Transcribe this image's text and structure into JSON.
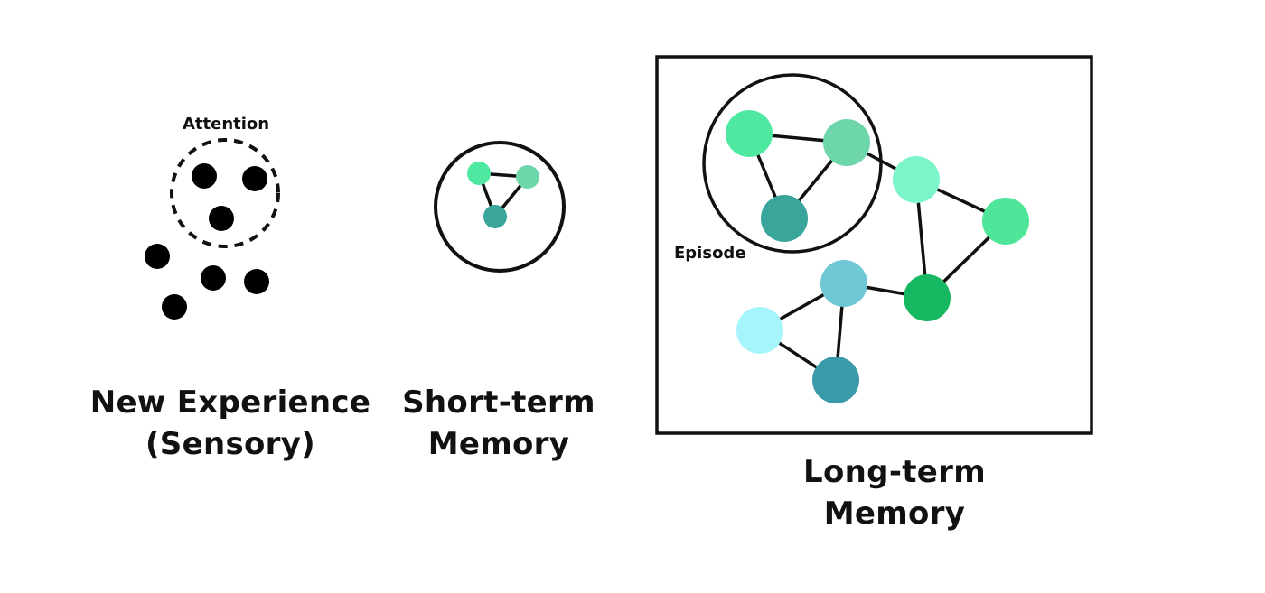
{
  "labels": {
    "attention": "Attention",
    "episode": "Episode"
  },
  "captions": {
    "new_experience_line1": "New Experience",
    "new_experience_line2": "(Sensory)",
    "short_term_line1": "Short-term",
    "short_term_line2": "Memory",
    "long_term_line1": "Long-term",
    "long_term_line2": "Memory"
  },
  "colors": {
    "ink": "#111111",
    "sensory_dot": "#000000",
    "node_green_bright": "#4ee8a0",
    "node_green_soft": "#6dd6ab",
    "node_teal_dark": "#3aa59a",
    "node_mint": "#7cf5c8",
    "node_green_mid": "#4fe69a",
    "node_green_deep": "#16b862",
    "node_blue_light": "#6ec8d6",
    "node_cyan_pale": "#a5f5fa",
    "node_blue_dark": "#3a9aa8"
  },
  "nodes": [
    {
      "id": "sensory_dot",
      "color": "sensory_dot"
    },
    {
      "id": "stm_a",
      "color": "node_green_bright"
    },
    {
      "id": "stm_b",
      "color": "node_green_soft"
    },
    {
      "id": "stm_c",
      "color": "node_teal_dark"
    },
    {
      "id": "ltm_e1",
      "color": "node_green_bright"
    },
    {
      "id": "ltm_e2",
      "color": "node_green_soft"
    },
    {
      "id": "ltm_e3",
      "color": "node_teal_dark"
    },
    {
      "id": "ltm_m1",
      "color": "node_mint"
    },
    {
      "id": "ltm_m2",
      "color": "node_green_mid"
    },
    {
      "id": "ltm_m3",
      "color": "node_green_deep"
    },
    {
      "id": "ltm_b1",
      "color": "node_blue_light"
    },
    {
      "id": "ltm_b2",
      "color": "node_cyan_pale"
    },
    {
      "id": "ltm_b3",
      "color": "node_blue_dark"
    }
  ]
}
